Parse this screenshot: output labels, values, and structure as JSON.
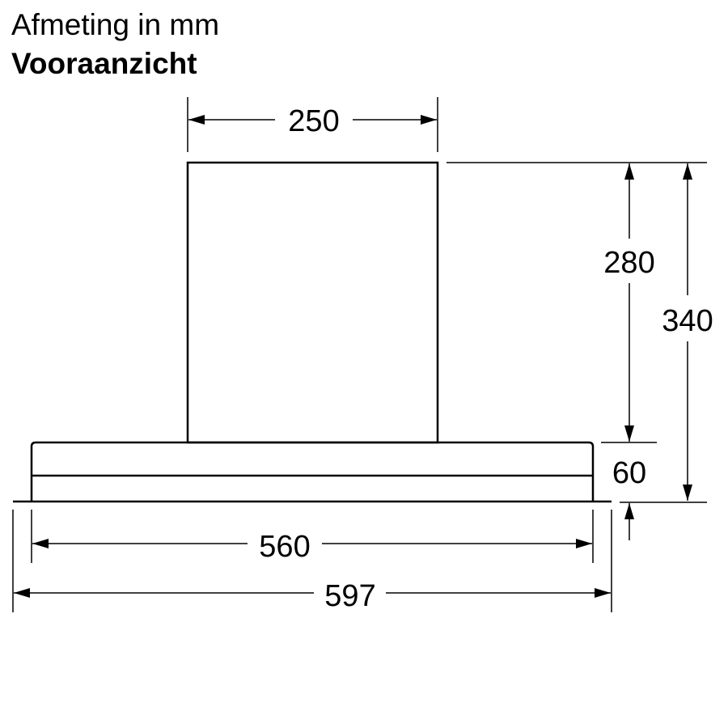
{
  "header": {
    "title": "Afmeting in mm",
    "subtitle": "Vooraanzicht"
  },
  "dimensions": {
    "chimney_width": "250",
    "chimney_height": "280",
    "total_height": "340",
    "body_height": "60",
    "body_width": "560",
    "total_width": "597"
  },
  "colors": {
    "line": "#000000",
    "background": "#ffffff"
  }
}
